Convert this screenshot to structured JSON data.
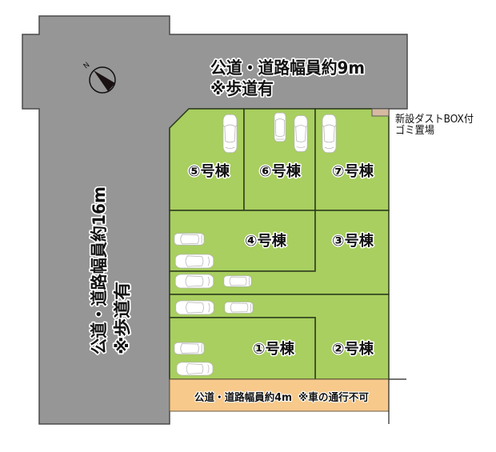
{
  "colors": {
    "road": "#969696",
    "lot": "#a8cf5f",
    "lot-line": "#2d3b1d",
    "narrow-road": "#f7c98b",
    "dust-box": "#d6baa1",
    "car": "#ffffff"
  },
  "compass": {
    "north_label": "N"
  },
  "roads": {
    "north": {
      "line1": "公道・道路幅員約9m",
      "line2": "※歩道有"
    },
    "west": {
      "line1": "公道・道路幅員約16m",
      "line2": "※歩道有"
    },
    "south": {
      "label": "公道・道路幅員約4m",
      "note": "※車の通行不可"
    }
  },
  "dust_box": {
    "line1": "新設ダストBOX付",
    "line2": "ゴミ置場"
  },
  "lots": [
    {
      "label": "①号棟"
    },
    {
      "label": "②号棟"
    },
    {
      "label": "③号棟"
    },
    {
      "label": "④号棟"
    },
    {
      "label": "⑤号棟"
    },
    {
      "label": "⑥号棟"
    },
    {
      "label": "⑦号棟"
    }
  ]
}
